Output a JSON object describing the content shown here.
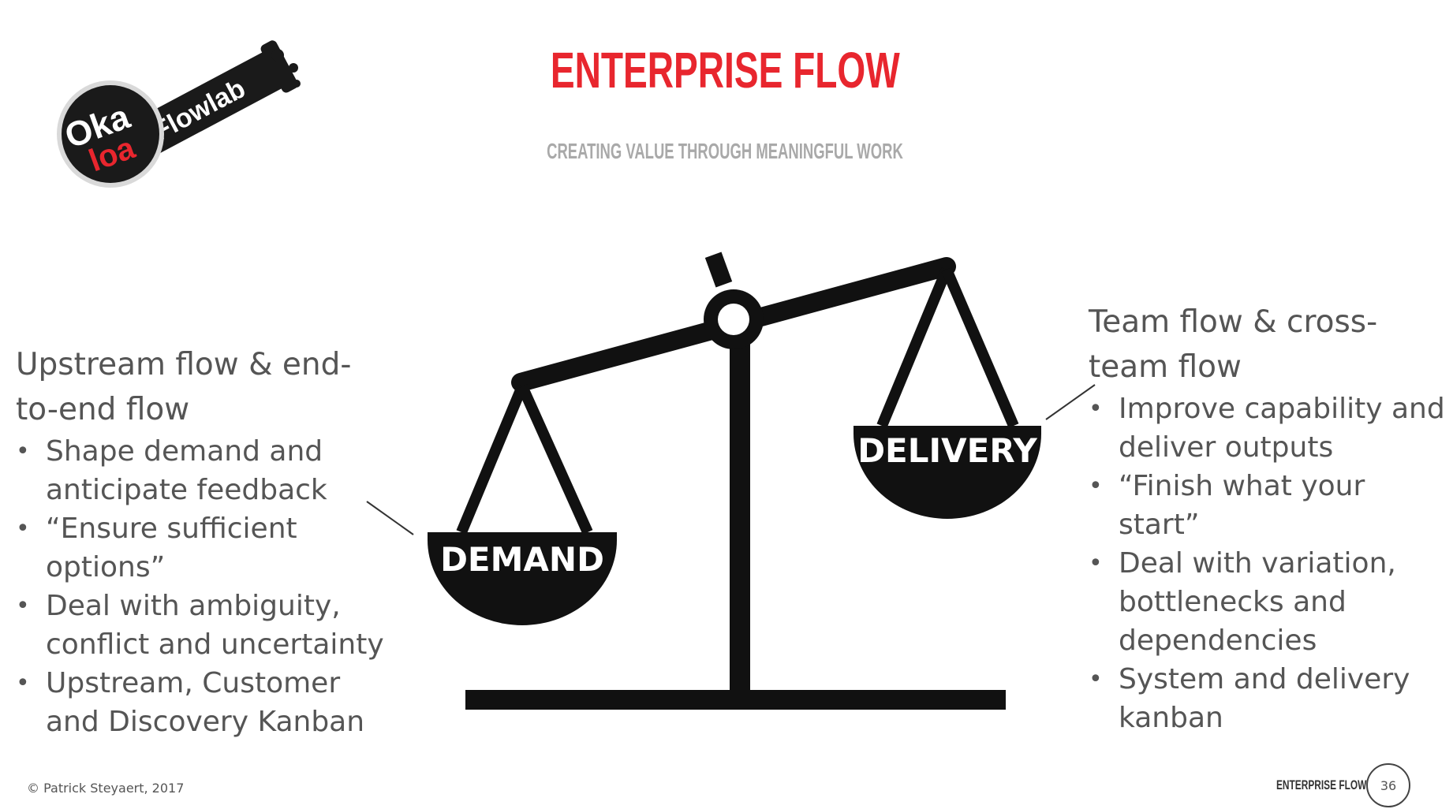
{
  "slide": {
    "title": "ENTERPRISE FLOW",
    "subtitle": "CREATING VALUE THROUGH MEANINGFUL WORK",
    "colors": {
      "title": "#e8262e",
      "subtitle": "#a9a9a9",
      "graphic": "#111111",
      "body_text": "#555555"
    }
  },
  "logo": {
    "brand_top": "Oka",
    "brand_bottom": "loa",
    "product": "Flowlab",
    "icon": "test-tube-icon"
  },
  "scale": {
    "icon": "balance-scale-icon",
    "left_pan_label": "DEMAND",
    "right_pan_label": "DELIVERY"
  },
  "left_column": {
    "heading": "Upstream flow & end-to-end flow",
    "bullets": [
      "Shape demand and anticipate feedback",
      "“Ensure sufficient options”",
      "Deal with ambiguity, conflict and uncertainty",
      "Upstream, Customer and Discovery Kanban"
    ]
  },
  "right_column": {
    "heading": "Team flow & cross-team flow",
    "bullets": [
      "Improve capability and deliver outputs",
      "“Finish what your start”",
      "Deal with variation, bottlenecks and dependencies",
      "System and delivery kanban"
    ]
  },
  "footer": {
    "copyright": "© Patrick Steyaert, 2017",
    "deck_name": "ENTERPRISE FLOW",
    "page_number": "36"
  }
}
